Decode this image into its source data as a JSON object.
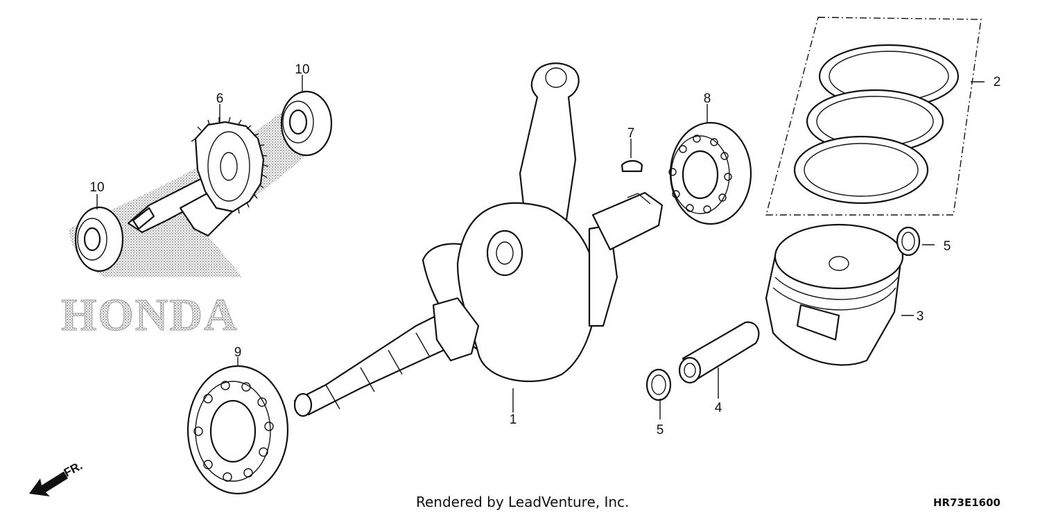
{
  "brand": "HONDA",
  "direction_label": "FR.",
  "credit": "Rendered by LeadVenture, Inc.",
  "diagram_code": "HR73E1600",
  "callouts": [
    {
      "id": "crankshaft",
      "number": "1"
    },
    {
      "id": "piston-ring-set",
      "number": "2"
    },
    {
      "id": "piston",
      "number": "3"
    },
    {
      "id": "piston-pin",
      "number": "4"
    },
    {
      "id": "pin-clip-right",
      "number": "5"
    },
    {
      "id": "pin-clip-lower",
      "number": "5"
    },
    {
      "id": "balancer-gear",
      "number": "6"
    },
    {
      "id": "woodruff-key",
      "number": "7"
    },
    {
      "id": "bearing-right",
      "number": "8"
    },
    {
      "id": "bearing-left",
      "number": "9"
    },
    {
      "id": "balancer-bearing-upper",
      "number": "10"
    },
    {
      "id": "balancer-bearing-lower",
      "number": "10"
    }
  ],
  "icons": {
    "direction": "arrow-down-left-icon",
    "logo": "honda-wing-logo"
  }
}
